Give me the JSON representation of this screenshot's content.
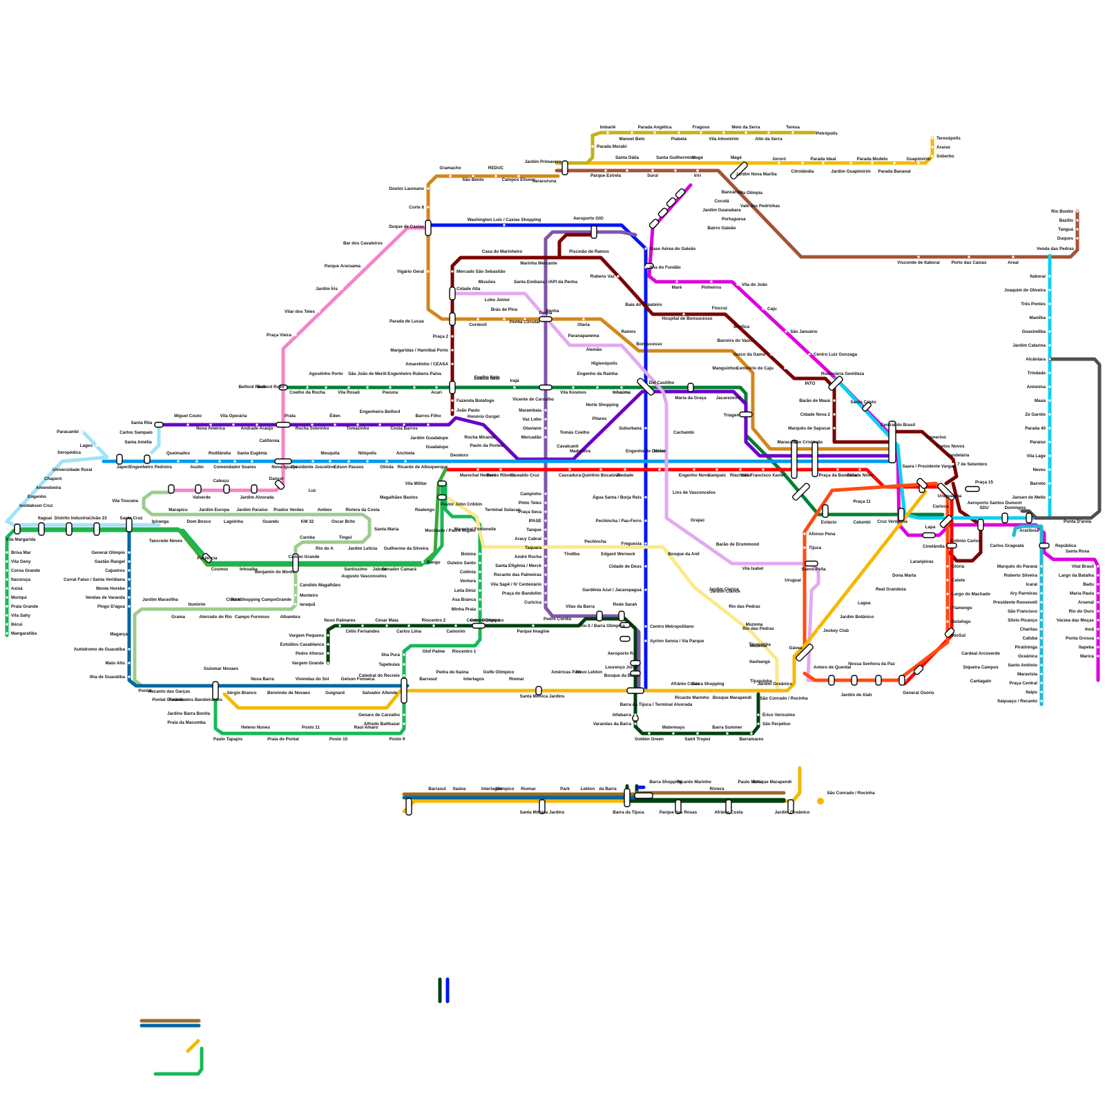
{
  "colors": {
    "yellow": "#f5b800",
    "olive": "#c4b01c",
    "brown_red": "#a65236",
    "orange_brown": "#d4861a",
    "blue": "#0015f2",
    "purple_gray": "#7e57a8",
    "dark_red": "#7a0000",
    "magenta": "#dd00dd",
    "pink": "#f584c4",
    "green": "#008037",
    "violet": "#6a00c8",
    "sky": "#0098f0",
    "red": "#ff0000",
    "lime_green": "#3ea83a",
    "green2": "#15b857",
    "light_green": "#9ccc8e",
    "teal_blue": "#0066a0",
    "dark_green": "#004010",
    "light_yellow": "#fbe98a",
    "lavender": "#e4a8f2",
    "cyan": "#0bd0f0",
    "orange_red": "#ff4a10",
    "light_blue": "#9ee4f8",
    "gray": "#505050",
    "aqua": "#22b8d0",
    "brown_stub": "#9a6a2a"
  },
  "stations": {
    "yellow_top": [
      "Jardim Nova Marília",
      "Jororó",
      "Citrolândia",
      "Parada Ideal",
      "Jardim Guapimirim",
      "Parada Modelo",
      "Parada Bananal",
      "Guapimirim",
      "Teresópolis",
      "Araras",
      "Soberbo"
    ],
    "olive_top": [
      "Imbariê",
      "Manoel Belo",
      "Parada Angélica",
      "Piabetá",
      "Fragoso",
      "Vila Inhomirim",
      "Meio da Serra",
      "Alto da Serra",
      "Teresa",
      "Petrópolis",
      "Parada Morabi"
    ],
    "brown_top": [
      "Jardim Primavera",
      "Saracuruna",
      "Parque Estrela",
      "Santa Dália",
      "Suruí",
      "Santa Guilhermina",
      "Iriri",
      "Magé",
      "Bancários",
      "Vila Olímpia",
      "Cocotá",
      "Vale das Pedrinhas",
      "Jardim Guanabara",
      "Portuguesa",
      "Bairro Galeão",
      "Visconde de Itaboraí",
      "Porto das Caixas",
      "Areal",
      "Venda das Pedras",
      "Rio Bonito",
      "Bazílio",
      "Tanguá",
      "Duques"
    ],
    "orange_line": [
      "Gramacho",
      "São Bento",
      "REDUC",
      "Campos Elíseos",
      "Doutor Laureano",
      "Corte 8",
      "Duque de Caxias",
      "Vigário Geral",
      "Parada de Lucas",
      "Cordovil",
      "Brás de Pina",
      "Penha Circular",
      "Penha",
      "Olaria",
      "Ramos",
      "Bonsucesso",
      "Manguinhos",
      "Triagem"
    ],
    "blue_line": [
      "Washington Luís / Caxias Shopping",
      "Aeroporto GIG",
      "Base Aérea do Galeão",
      "Ilha do Fundão",
      "Baía do Sapateiro",
      "Del Castilho",
      "Inhaúma",
      "Suburbana",
      "Engenho de Dentro",
      "Água Santa / Borja Reis",
      "Pechincha / Pau-Ferro",
      "Freguesia",
      "Cidade de Deus",
      "Gardênia Azul / Jacarepaguá",
      "Rede Sarah",
      "Centro Metropolitano",
      "Ayrton Senna / Via Parque",
      "Aeroporto RJ",
      "Lourenço Jorge",
      "Bosque da Barra",
      "Barra da Tijuca / Terminal Alvorada"
    ],
    "purple_line": [
      "Marinha Mercante",
      "Santa Emiliana / IAPI da Penha",
      "Penha",
      "Vicente de Carvalho",
      "Marambaia",
      "Vaz Lobo",
      "Otaviano",
      "Mercadão",
      "Madureira",
      "Oswaldo Cruz",
      "Campinho",
      "Pinto Teles",
      "Praça Seca",
      "IPASE",
      "Tanque",
      "Aracy Cabral",
      "Taquara",
      "André Rocha",
      "Santa Efigênia / Merck",
      "Recanto das Palmeiras",
      "Vila Sapê / IV Centenário",
      "Praça do Bandolim",
      "Curicica",
      "Pedro Corrêa",
      "Vilas da Barra",
      "Rio II / Barra Olímpica"
    ],
    "darkred_line": [
      "Casa do Marinheiro",
      "Piscinão de Ramos",
      "Rubens Vaz",
      "Mercado São Sebastião",
      "Cidade Alta",
      "Praça 2",
      "Margaridas / Hannibal Porto",
      "Amarelinho / CEASA",
      "Coelho Neto",
      "Fazenda Botafogo",
      "João Paulo",
      "Jardim Guadalupe",
      "Guadalupe",
      "Deodoro",
      "Hospital de Bonsucesso",
      "Fiocruz",
      "Benfica",
      "Barreira do Vasco",
      "Vasco da Gama",
      "Cemitério do Caju",
      "INTO",
      "Rodoviária Gentileza",
      "Barão de Mauá",
      "Cidade Nova 2",
      "Marquês de Sapucaí",
      "Camerino",
      "Pretos Novos",
      "Candelária",
      "7 de Setembro",
      "Antônio Carlos"
    ],
    "magenta_line": [
      "Vila do João",
      "Maré",
      "Pinheiros",
      "Caju",
      "São Januário",
      "Centro Luiz Gonzaga",
      "Santo Cristo",
      "Central do Brasil",
      "Praça 15",
      "Aeroporto Santos Dumont",
      "SDU",
      "Domingos",
      "Arariboia",
      "República",
      "Santa Rosa",
      "Vital Brasil",
      "Largo da Batalha",
      "Badu",
      "Maria Paula",
      "Arsenal",
      "Rio do Ouro",
      "Várzea das Moças",
      "Inoã",
      "Ponta Grossa",
      "Itapeba",
      "Maricá"
    ],
    "pink_line": [
      "Bar dos Cavaleiros",
      "Parque Araruama",
      "Jardim Íris",
      "Vilar dos Teles",
      "Praça Vieira",
      "Belford Roxo",
      "Califórnia",
      "Dancel",
      "Cabuçu",
      "Valverde",
      "Jardim Alvorada"
    ],
    "green_line": [
      "Belford Roxo",
      "Coelho da Rocha",
      "Agostinho Porto",
      "Vila Rosali",
      "São João de Meriti",
      "Pavuna",
      "Engenheiro Rubens Paiva",
      "Acari",
      "Coelho Neto",
      "Irajá",
      "Vicente de Carvalho",
      "Vila Kosmos",
      "Engenho da Rainha",
      "Inhaúma",
      "Maria da Graça",
      "Jacarezinho",
      "Triagem",
      "Maracanã",
      "São Cristóvão"
    ],
    "violet_line": [
      "Santa Rita",
      "Miguel Couto",
      "Nova América",
      "Vila Operária",
      "Andrade Araújo",
      "Prata",
      "Rocha Sobrinho",
      "Éden",
      "Tomazinho",
      "Engenheiro Belford",
      "Costa Barros",
      "Barros Filho",
      "Honório Gurgel",
      "Rocha Miranda",
      "Paulo da Portela",
      "Cavalcanti",
      "Tomás Coelho",
      "Pilares",
      "Norte Shopping"
    ],
    "sky_line": [
      "Japeri",
      "Engenheiro Pedreira",
      "Queimados",
      "Austin",
      "Rodilândia",
      "Comendador Soares",
      "Santa Eugênia",
      "Nova Iguaçu",
      "Presidente Juscelino",
      "Mesquita",
      "Edson Passos",
      "Nilópolis",
      "Olinda",
      "Anchieta",
      "Ricardo de Albuquerque",
      "Luz"
    ],
    "red_line": [
      "Marechal Hermes",
      "Bento Ribeiro",
      "Cascadura",
      "Quintino Bocaiúva",
      "Piedade",
      "Méier",
      "Engenho Novo",
      "Sampaio",
      "Riachuelo",
      "São Francisco Xavier",
      "Praça da Bandeira",
      "Cidade Nova"
    ],
    "lime_line": [
      "Vila Militar",
      "Magalhães Bastos",
      "Realengo",
      "Bangu",
      "Senador Camará",
      "Jabour",
      "Santíssimo",
      "Augusto Vasconcelos",
      "Campo Grande",
      "Benjamin do Monte",
      "Inhoaíba",
      "Cosmos",
      "Paciência",
      "Tancredo Neves",
      "Santa Cruz",
      "João 23",
      "Distrito Industrial",
      "Itaguaí",
      "Vila Margarida",
      "Brisa Mar",
      "Vila Geny",
      "Coroa Grande",
      "Itacuruça",
      "Axixá",
      "Muriqui",
      "Praia Grande",
      "Vila Sahy",
      "Ibicuí",
      "Mangaratiba"
    ],
    "lightgreen_line": [
      "Vila Toscana",
      "Marapicu",
      "Ipiranga",
      "Jardim Europa",
      "Dom Bosco",
      "Jardim Paraíso",
      "Lagoinha",
      "Prados Verdes",
      "Guandu",
      "Ambev",
      "KM 32",
      "Riviera da Costa",
      "Oscar Brito",
      "Santa Maria",
      "Caroba",
      "Rio do A",
      "Tinguí",
      "Jardim Letícia",
      "Guilherme da Silveira",
      "Candido Magalhães",
      "Monteiro",
      "Iaraquã",
      "ParkShopping CampoGrande",
      "Alhambra",
      "Campo Formoso",
      "Clarice",
      "Aterrado do Rio",
      "Itumirim",
      "Grama",
      "Jardim Maravilha",
      "Magarça"
    ],
    "tealblue_line": [
      "Santa Cruz",
      "General Olímpio",
      "Gastão Rangel",
      "Cajueiros",
      "Curral Falso / Santa Veridiana",
      "Monte Horebe",
      "Vendas de Varanda",
      "Pingo D'água",
      "Autódromo de Guaratiba",
      "Mato Alto",
      "Ilha de Guaratiba",
      "Pontal",
      "Pontal Oceânico",
      "Recanto das Garças",
      "Recreio dos Bandeirantes",
      "Guiomar Novaes",
      "Sérgio Branco",
      "Nova Barra",
      "Benvindo de Novaes",
      "Vivendas do Sol",
      "Guignard",
      "Gelson Fonseca",
      "Salvador Allende"
    ],
    "green2_line": [
      "Paulo Tapajós",
      "Praia do Pontal",
      "Posto 10",
      "Posto 9",
      "Heleno Nunes",
      "Posto 11",
      "Raul Amaro",
      "Jardins Barra Bonita",
      "Praia da Macumba",
      "Genaro de Carvalho",
      "Alfredo Balthazar",
      "Ilha Pura",
      "Tapebuias",
      "Catedral do Recreio",
      "Olof Palme",
      "Riocentro 1",
      "Centro Olímpico",
      "Colônia",
      "Ventura",
      "Lelia Diniz",
      "Asa Branca",
      "Minha Praia",
      "Outeiro Santo",
      "Boiúna",
      "Marechal Fontenelle",
      "Mocidade / Padre Miguel"
    ],
    "darkgreen_line": [
      "Novo Palmares",
      "Célio Fernandes",
      "César Maia",
      "Carlos Lima",
      "Riocentro 2",
      "Camorim",
      "Centro Olímpico",
      "Parque Imagine",
      "Vargem Pequena",
      "Estúdios Casablanca",
      "Pedro Afonso",
      "Vargem Grande",
      "Alfabarra",
      "Varandas da Barra",
      "Golden Green",
      "Waterways",
      "Saint Tropez",
      "Barra Summer",
      "Barramares",
      "Érico Veríssimo",
      "São Perpétuo",
      "São Conrado / Rocinha"
    ],
    "lightyellow_line": [
      "Pastor John Cribbin",
      "Terminal Sulacap",
      "Pechincha",
      "Tindiba",
      "Edgard Werneck",
      "Bosque da Anil",
      "Jardim Clarice",
      "Rio das Pedras",
      "Muzema",
      "Tijuquinha",
      "Itanhangá",
      "Jardim Oceânico"
    ],
    "lavender_line": [
      "Missões",
      "Lobo Júnior",
      "Paranapanema",
      "Alemão",
      "Higienópolis",
      "Cachambi",
      "Lins de Vasconcelos",
      "Grajaú",
      "Barão de Drummond",
      "Vila Isabel",
      "Saens Peña",
      "Uruguai",
      "Antero de Quental",
      "Jardim de Alah",
      "Nossa Senhora da Paz",
      "General Osório"
    ],
    "cyan_line": [
      "Itaboraí",
      "Joaquim de Oliveira",
      "Três Pontes",
      "Manilha",
      "Guaxindiba",
      "Jardim Catarina",
      "Alcântara",
      "Trindade",
      "Antonina",
      "Mauá",
      "Zé Garoto",
      "Parada 40",
      "Paraíso",
      "Vila Lage",
      "Neves",
      "Barreto",
      "Jansen de Mello",
      "Ponta D'areia"
    ],
    "orangered_line": [
      "Estácio",
      "Afonso Pena",
      "Tijuca",
      "Praça 11",
      "Catumbi",
      "Cruz Vermelha",
      "Lapa",
      "Cinelândia",
      "Glória",
      "Catete",
      "Largo do Machado",
      "Flamengo",
      "Botafogo",
      "RioSul",
      "Carioca",
      "Uruguaiana",
      "Saara / Presidente Vargas"
    ],
    "yellow_south": [
      "Laranjeiras",
      "Dona Marta",
      "Real Grandeza",
      "Lagoa",
      "Jardim Botânico",
      "Jockey Club",
      "Gávea",
      "São Conrado / Rocinha",
      "Jardim Oceânico",
      "Afrânio Costa",
      "Barra Shopping",
      "Ricardo Marinho",
      "Bosque Marapendi",
      "Santa Mônica Jardins",
      "Américas Park",
      "Novo Leblon",
      "Riomar",
      "Golfe Olímpico",
      "Interlagos",
      "Pedra de Itaúna",
      "Barrasul"
    ],
    "light_blue_line": [
      "Paracambi",
      "Lages",
      "Seropédica",
      "Universidade Rural",
      "Chaperó",
      "Amendoeira",
      "Engenho",
      "Isoldakson Cruz",
      "Carlos Sampaio",
      "Santa Amélia"
    ],
    "aqua_line": [
      "Carlos Gragoatá",
      "Marquês do Paraná",
      "Roberto Silveira",
      "Icaraí",
      "Ary Parreiras",
      "Presidente Roosevelt",
      "São Francisco",
      "Silvio Picanço",
      "Charitas",
      "Cafubá",
      "Piratininga",
      "Oceânica",
      "Santo Antônio",
      "Maravista",
      "Praça Central",
      "Itaipu",
      "Itaipuaçu / Recanto",
      "Cardeal Arcoverde",
      "Siqueira Campos",
      "Cantagalo"
    ],
    "inset_top": [
      "Barrasul",
      "Itaúna",
      "Interlagos",
      "Olímpico",
      "Riomar",
      "Park",
      "Leblon",
      "da Barra",
      "Barra Shopping",
      "Ricardo Marinho",
      "Riviera",
      "Paulo Malta",
      "Bosque Marapendi"
    ],
    "inset_bottom": [
      "Santa Mônica Jardins",
      "Barra da Tijuca",
      "Parque das Rosas",
      "Afrânio Costa",
      "Jardim Oceânico"
    ],
    "inset_right": [
      "São Conrado / Rocinha"
    ]
  }
}
